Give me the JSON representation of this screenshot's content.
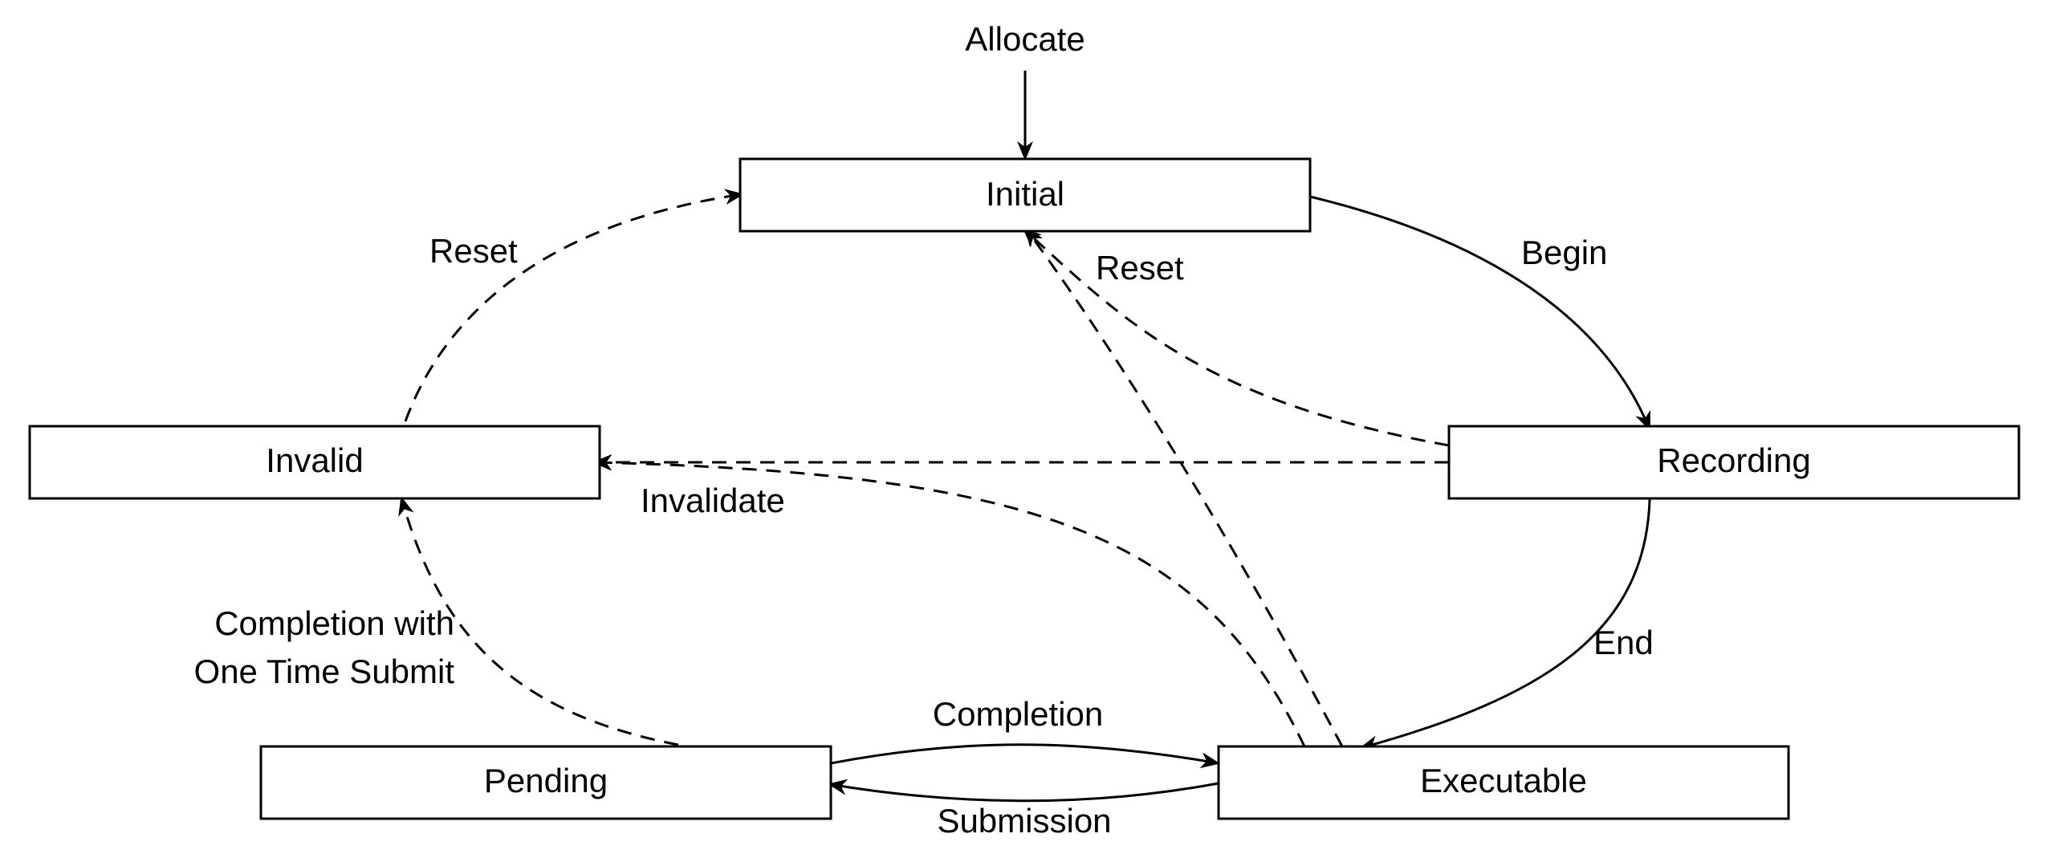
{
  "states": {
    "initial": "Initial",
    "recording": "Recording",
    "invalid": "Invalid",
    "pending": "Pending",
    "executable": "Executable"
  },
  "transitions": {
    "allocate": "Allocate",
    "begin": "Begin",
    "end": "End",
    "reset_from_invalid": "Reset",
    "reset_to_initial": "Reset",
    "invalidate": "Invalidate",
    "completion_one_time_line1": "Completion with",
    "completion_one_time_line2": "One Time Submit",
    "completion": "Completion",
    "submission": "Submission"
  },
  "colors": {
    "stroke": "#000000",
    "background": "#ffffff"
  }
}
